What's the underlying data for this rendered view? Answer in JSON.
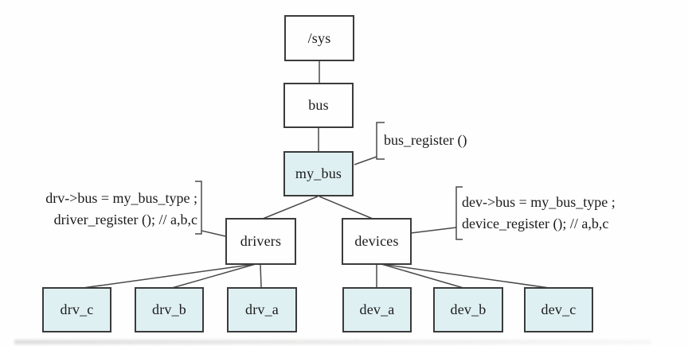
{
  "diagram": {
    "nodes": {
      "sys": {
        "label": "/sys"
      },
      "bus": {
        "label": "bus"
      },
      "my_bus": {
        "label": "my_bus"
      },
      "drivers": {
        "label": "drivers"
      },
      "devices": {
        "label": "devices"
      },
      "drv_c": {
        "label": "drv_c"
      },
      "drv_b": {
        "label": "drv_b"
      },
      "drv_a": {
        "label": "drv_a"
      },
      "dev_a": {
        "label": "dev_a"
      },
      "dev_b": {
        "label": "dev_b"
      },
      "dev_c": {
        "label": "dev_c"
      }
    },
    "annotations": {
      "bus_register": "bus_register ()",
      "driver_line1": "drv->bus = my_bus_type ;",
      "driver_line2": "driver_register (); // a,b,c",
      "device_line1": "dev->bus = my_bus_type ;",
      "device_line2": "device_register (); // a,b,c"
    },
    "colors": {
      "highlight_fill": "#dff0f3",
      "plain_fill": "#fefefe",
      "border": "#3b3b3b",
      "edge": "#4a4a4a",
      "text": "#1a1a1a"
    }
  }
}
